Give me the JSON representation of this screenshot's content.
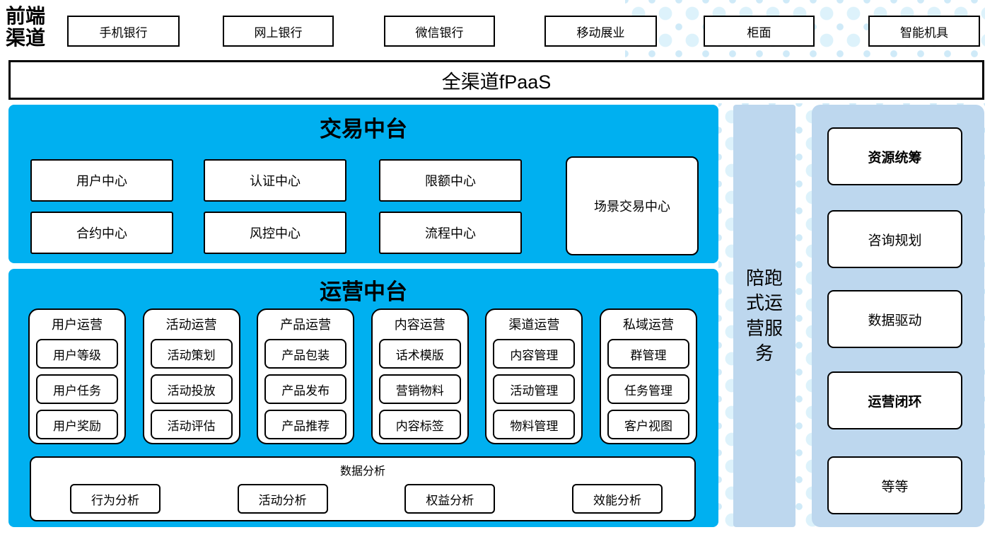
{
  "colors": {
    "bright_blue": "#00b0f0",
    "light_blue": "#bdd7ee",
    "dot_blue": "#ddf2fb",
    "border": "#000000"
  },
  "front_channels": {
    "label": "前端渠道",
    "items": [
      "手机银行",
      "网上银行",
      "微信银行",
      "移动展业",
      "柜面",
      "智能机具"
    ]
  },
  "fpaas_bar": {
    "label": "全渠道fPaaS"
  },
  "transaction_platform": {
    "title": "交易中台",
    "centers_row1": [
      "用户中心",
      "认证中心",
      "限额中心"
    ],
    "centers_row2": [
      "合约中心",
      "风控中心",
      "流程中心"
    ],
    "scene_center": "场景交易中心"
  },
  "operation_platform": {
    "title": "运营中台",
    "columns": [
      {
        "header": "用户运营",
        "items": [
          "用户等级",
          "用户任务",
          "用户奖励"
        ]
      },
      {
        "header": "活动运营",
        "items": [
          "活动策划",
          "活动投放",
          "活动评估"
        ]
      },
      {
        "header": "产品运营",
        "items": [
          "产品包装",
          "产品发布",
          "产品推荐"
        ]
      },
      {
        "header": "内容运营",
        "items": [
          "话术模版",
          "营销物料",
          "内容标签"
        ]
      },
      {
        "header": "渠道运营",
        "items": [
          "内容管理",
          "活动管理",
          "物料管理"
        ]
      },
      {
        "header": "私域运营",
        "items": [
          "群管理",
          "任务管理",
          "客户视图"
        ]
      }
    ],
    "data_analysis": {
      "header": "数据分析",
      "items": [
        "行为分析",
        "活动分析",
        "权益分析",
        "效能分析"
      ]
    }
  },
  "side_service": {
    "label": "陪跑式运营服务"
  },
  "right_panel": {
    "items": [
      {
        "label": "资源统筹",
        "bold": true
      },
      {
        "label": "咨询规划",
        "bold": false
      },
      {
        "label": "数据驱动",
        "bold": false
      },
      {
        "label": "运营闭环",
        "bold": true
      },
      {
        "label": "等等",
        "bold": false
      }
    ]
  }
}
